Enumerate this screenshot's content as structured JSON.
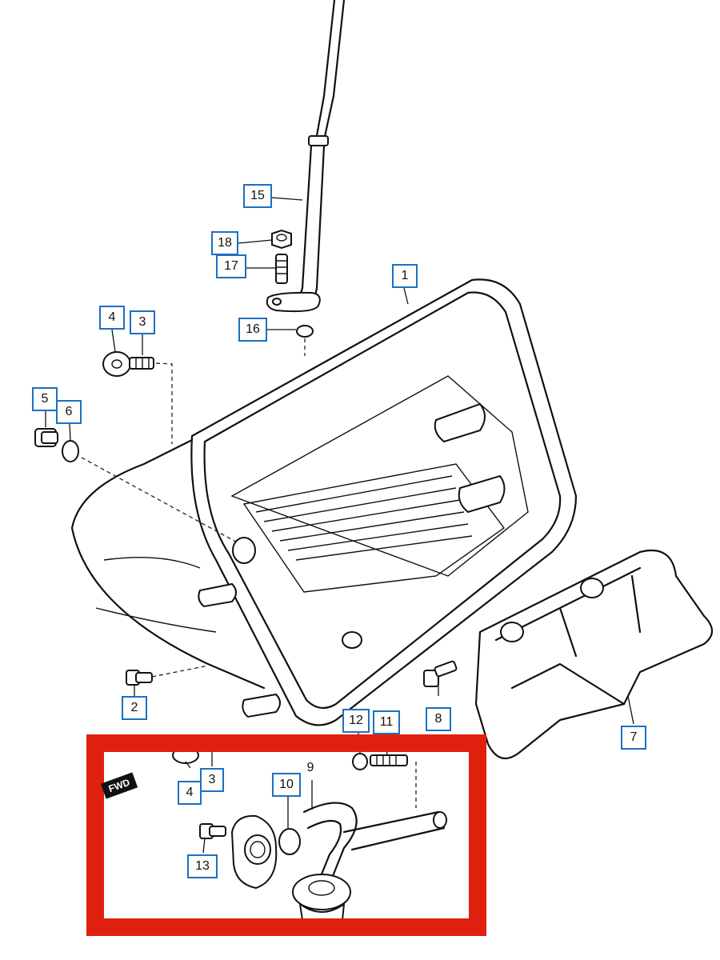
{
  "diagram": {
    "fwd_label": "FWD",
    "highlight_color": "#e0200f",
    "callout_border_color": "#1f6fbf",
    "callouts": {
      "c1": "1",
      "c2": "2",
      "c3a": "3",
      "c3b": "3",
      "c4a": "4",
      "c4b": "4",
      "c5": "5",
      "c6": "6",
      "c7": "7",
      "c8": "8",
      "c9": "9",
      "c10": "10",
      "c11": "11",
      "c12": "12",
      "c13": "13",
      "c15": "15",
      "c16": "16",
      "c17": "17",
      "c18": "18"
    }
  }
}
